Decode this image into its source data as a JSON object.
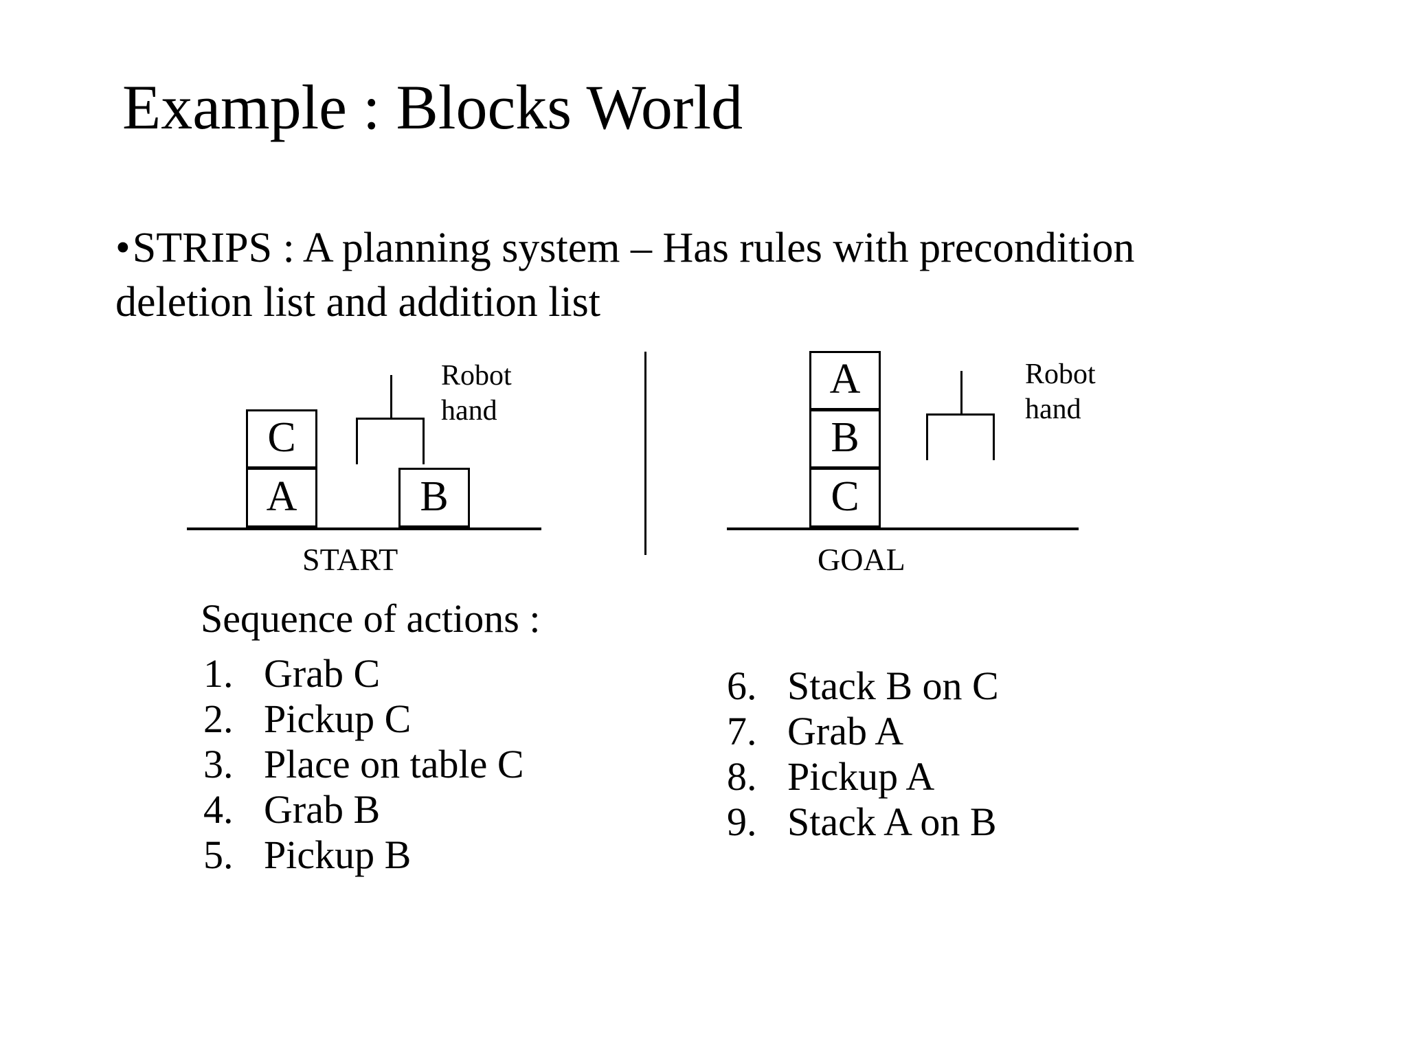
{
  "slide": {
    "title": "Example : Blocks World",
    "bullet": {
      "marker": "•",
      "text": "STRIPS : A planning system – Has rules with precondition deletion list and addition list"
    }
  },
  "diagrams": {
    "start": {
      "label": "START",
      "robot_hand_label": "Robot\nhand",
      "blocks": [
        {
          "letter": "C",
          "column": "left",
          "level": 2
        },
        {
          "letter": "A",
          "column": "left",
          "level": 1
        },
        {
          "letter": "B",
          "column": "right",
          "level": 1
        }
      ]
    },
    "goal": {
      "label": "GOAL",
      "robot_hand_label": "Robot\nhand",
      "blocks": [
        {
          "letter": "A",
          "level": 3
        },
        {
          "letter": "B",
          "level": 2
        },
        {
          "letter": "C",
          "level": 1
        }
      ]
    }
  },
  "actions": {
    "heading": "Sequence of actions :",
    "left_column": [
      {
        "num": "1.",
        "text": "Grab C"
      },
      {
        "num": "2.",
        "text": "Pickup C"
      },
      {
        "num": "3.",
        "text": "Place on table C"
      },
      {
        "num": "4.",
        "text": "Grab B"
      },
      {
        "num": "5.",
        "text": "Pickup B"
      }
    ],
    "right_column": [
      {
        "num": "6.",
        "text": "Stack B on C"
      },
      {
        "num": "7.",
        "text": "Grab A"
      },
      {
        "num": "8.",
        "text": "Pickup A"
      },
      {
        "num": "9.",
        "text": "Stack A on B"
      }
    ]
  },
  "colors": {
    "background": "#ffffff",
    "ink": "#000000"
  }
}
